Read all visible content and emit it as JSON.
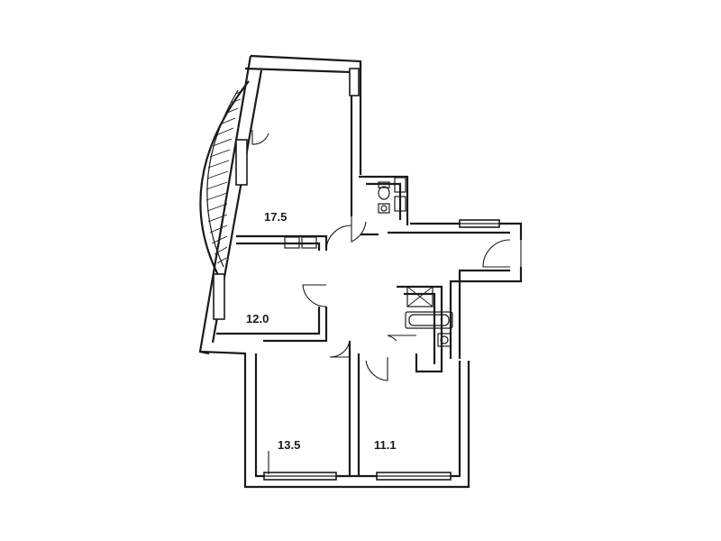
{
  "rooms": [
    {
      "name": "room-living",
      "area": "17.5"
    },
    {
      "name": "room-bedroom-west",
      "area": "12.0"
    },
    {
      "name": "room-bedroom-south",
      "area": "13.5"
    },
    {
      "name": "room-bedroom-southeast",
      "area": "11.1"
    }
  ]
}
